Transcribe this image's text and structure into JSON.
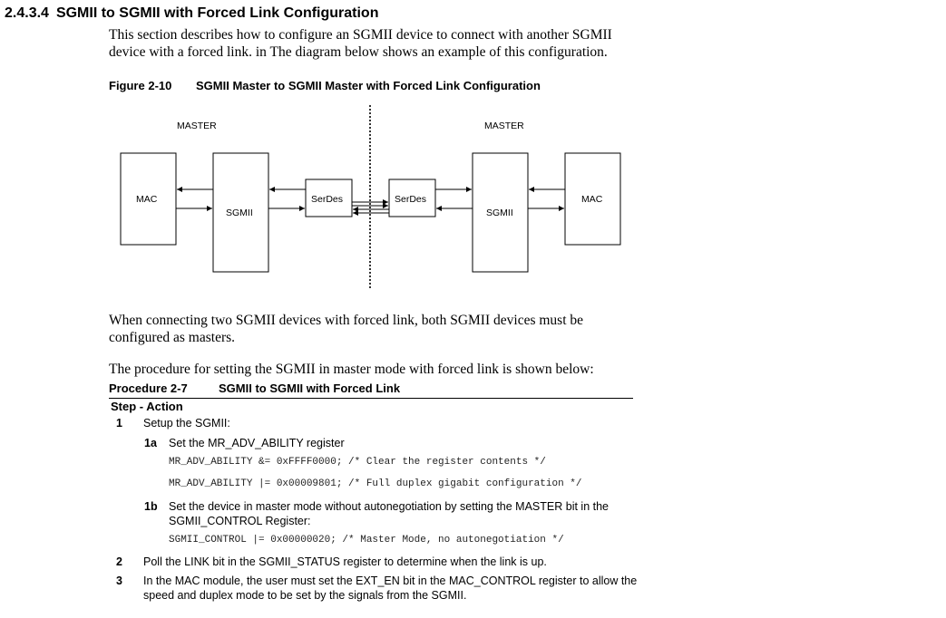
{
  "heading": {
    "number": "2.4.3.4",
    "title": "SGMII to SGMII with Forced Link Configuration"
  },
  "intro": "This section describes how to configure an SGMII device to connect with another SGMII device with a forced link. in The diagram below shows an example of this configuration.",
  "figure": {
    "label": "Figure 2-10",
    "title": "SGMII Master to SGMII Master with Forced Link Configuration",
    "left_role": "MASTER",
    "right_role": "MASTER",
    "blocks": {
      "mac_left": "MAC",
      "sgmii_left": "SGMII",
      "serdes_left": "SerDes",
      "serdes_right": "SerDes",
      "sgmii_right": "SGMII",
      "mac_right": "MAC"
    }
  },
  "para2": "When connecting two SGMII devices with forced link, both SGMII devices must be configured as masters.",
  "para3": "The procedure for setting the SGMII in master mode with forced link is shown below:",
  "procedure": {
    "label": "Procedure 2-7",
    "title": "SGMII to SGMII with Forced Link",
    "header": "Step  -  Action",
    "steps": [
      {
        "num": "1",
        "text": "Setup the SGMII:"
      },
      {
        "num": "1a",
        "text": "Set the MR_ADV_ABILITY register"
      },
      {
        "code": "MR_ADV_ABILITY &= 0xFFFF0000; /* Clear the register contents */"
      },
      {
        "code": "MR_ADV_ABILITY |= 0x00009801; /* Full duplex gigabit configuration */"
      },
      {
        "num": "1b",
        "text": "Set the device in master mode without autonegotiation by setting the MASTER bit in the",
        "text2": "SGMII_CONTROL Register:"
      },
      {
        "code": "SGMII_CONTROL |= 0x00000020; /* Master Mode, no autonegotiation */"
      },
      {
        "num": "2",
        "text": "Poll the LINK bit in the SGMII_STATUS register to determine when the link is up."
      },
      {
        "num": "3",
        "text": "In the MAC module, the user must set the EXT_EN bit in the MAC_CONTROL register to allow the",
        "text2": "speed and duplex mode to be set by the signals from the SGMII."
      }
    ]
  }
}
